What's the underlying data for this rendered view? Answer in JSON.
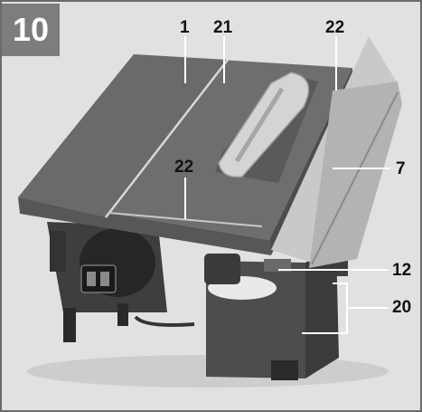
{
  "figure_number": "10",
  "callouts": [
    "1",
    "21",
    "22",
    "22",
    "7",
    "12",
    "20"
  ],
  "colors": {
    "photo_background": "#e1e1e1",
    "table_top": "#6e6e6e",
    "fence": "#cfcfcf",
    "base": "#4d4d4d",
    "leader": "#ffffff",
    "label_box": "#7d7d7d"
  }
}
